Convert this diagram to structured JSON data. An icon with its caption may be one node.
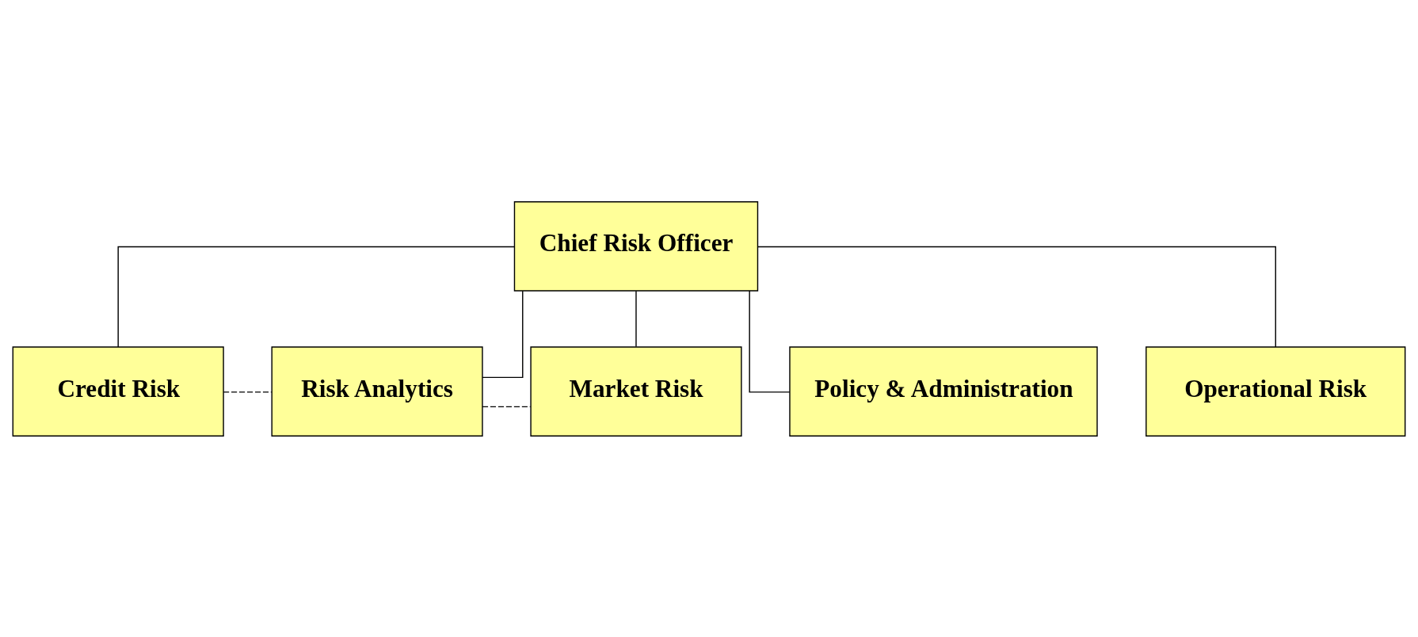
{
  "diagram": {
    "nodes": [
      {
        "text": [
          "Chief Risk Officer"
        ]
      },
      {
        "text": [
          "Credit Risk"
        ]
      },
      {
        "text": [
          "Risk Analytics"
        ]
      },
      {
        "text": [
          "Market Risk"
        ]
      },
      {
        "text": [
          "Policy & Administration"
        ]
      },
      {
        "text": [
          "Operational Risk"
        ]
      }
    ],
    "edges": [
      {
        "from": 0,
        "to": 1,
        "arrow": "none"
      },
      {
        "from": 0,
        "to": 4,
        "arrow": "none"
      },
      {
        "from": 0,
        "to": 2,
        "arrow": "none"
      },
      {
        "from": 0,
        "to": 5,
        "arrow": "none"
      },
      {
        "from": 0,
        "to": 3,
        "arrow": "none"
      },
      {
        "from": 1,
        "to": 2,
        "arrow": "none",
        "style": "dashed"
      },
      {
        "from": 2,
        "to": 3,
        "arrow": "none",
        "style": "dashed"
      }
    ]
  }
}
